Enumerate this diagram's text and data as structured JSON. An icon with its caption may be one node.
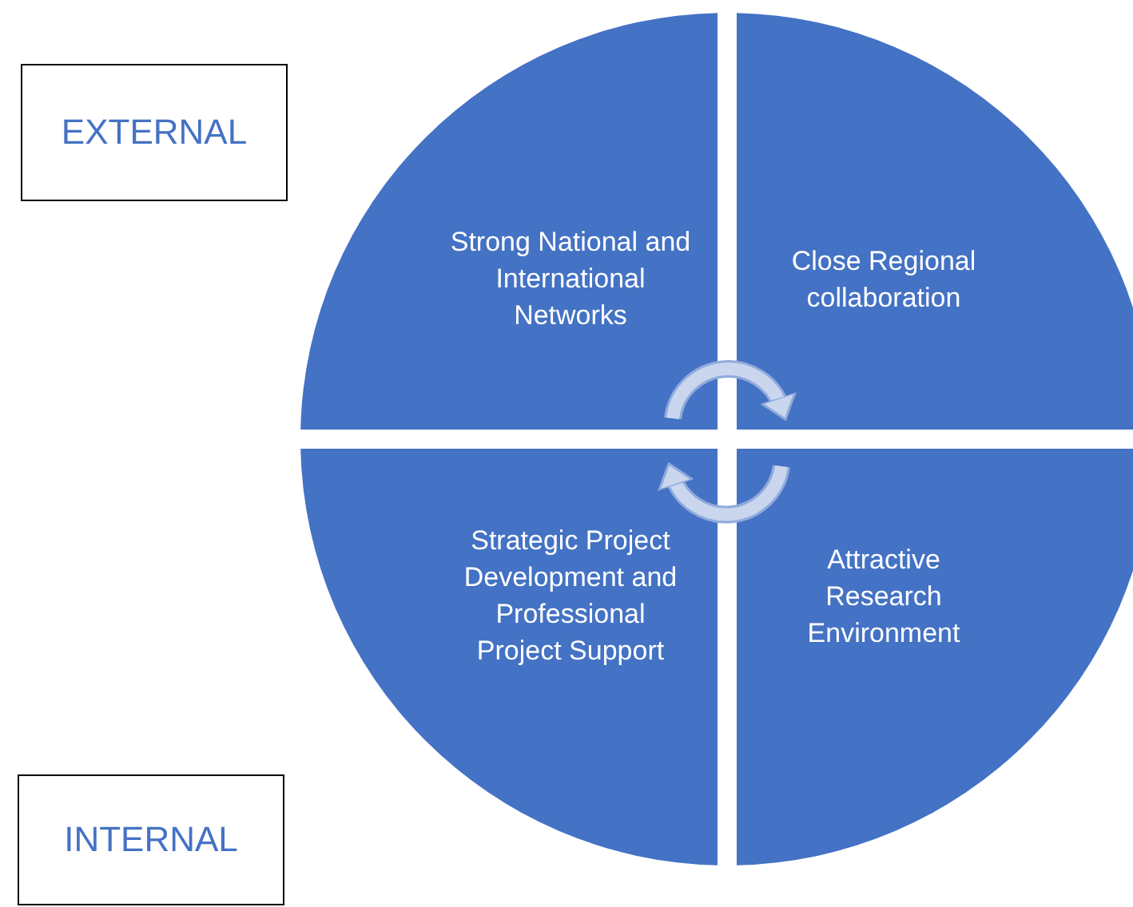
{
  "diagram": {
    "nodes": [
      {
        "text": [
          "EXTERNAL"
        ]
      },
      {
        "text": [
          "Strong National and International Networks"
        ]
      },
      {
        "text": [
          "Close Regional collaboration"
        ]
      },
      {
        "text": [
          "Strategic Project Development and Professional Project Support"
        ]
      },
      {
        "text": [
          "Attractive Research Environment"
        ]
      },
      {
        "text": [
          "INTERNAL"
        ]
      }
    ],
    "edges": [
      {
        "from": 1,
        "to": 2,
        "arrow": "to"
      },
      {
        "from": 4,
        "to": 3,
        "arrow": "to"
      }
    ]
  }
}
